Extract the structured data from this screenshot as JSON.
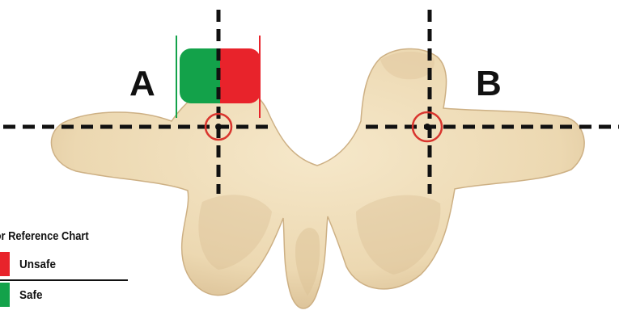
{
  "labels": {
    "left": "A",
    "right": "B"
  },
  "legend": {
    "title": "lor Reference Chart",
    "items": [
      {
        "label": "Unsafe",
        "color": "#e8232b"
      },
      {
        "label": "Safe",
        "color": "#13a24a"
      }
    ]
  },
  "colors": {
    "bone": "#f1dfbb",
    "bone_shadow": "#dcc196",
    "crosshair": "#111111",
    "target_ring": "#d9352e"
  }
}
